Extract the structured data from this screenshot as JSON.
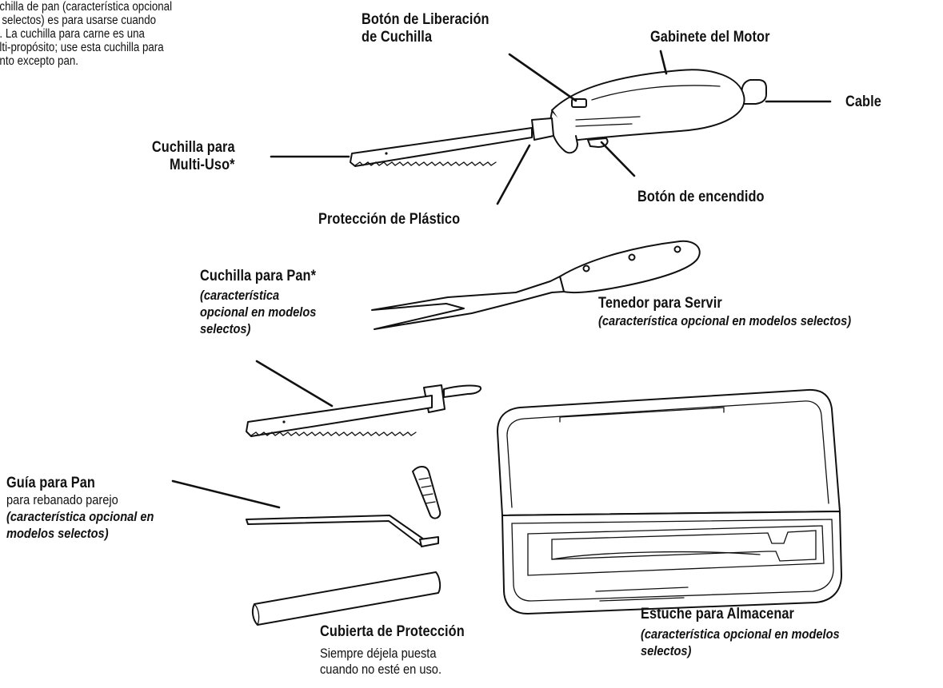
{
  "intro": {
    "lines": [
      "uchilla de pan (característica opcional",
      "s selectos) es para usarse cuando",
      "n. La cuchilla para carne es una",
      "ulti-propósito; use esta cuchilla para",
      "ento excepto pan."
    ]
  },
  "labels": {
    "release_button": [
      "Botón de Liberación",
      "de Cuchilla"
    ],
    "motor_housing": "Gabinete del Motor",
    "cord": "Cable",
    "multi_blade": [
      "Cuchilla para",
      "Multi-Uso*"
    ],
    "power_button": "Botón de encendido",
    "plastic_guard": "Protección de Plástico",
    "bread_blade": {
      "title": "Cuchilla para Pan*",
      "note": [
        "(característica",
        "opcional en modelos",
        "selectos)"
      ]
    },
    "fork": {
      "title": "Tenedor para Servir",
      "note": "(característica opcional en modelos selectos)"
    },
    "bread_guide": {
      "title": "Guía para Pan",
      "subtitle": "para rebanado parejo",
      "note": [
        "(característica opcional en",
        "modelos selectos)"
      ]
    },
    "blade_cover": {
      "title": "Cubierta de Protección",
      "text": [
        "Siempre déjela puesta",
        "cuando no esté en uso."
      ]
    },
    "storage_case": {
      "title": "Estuche para Almacenar",
      "note": [
        "(característica opcional en modelos",
        "selectos)"
      ]
    }
  },
  "colors": {
    "ink": "#111111",
    "background": "#ffffff"
  }
}
